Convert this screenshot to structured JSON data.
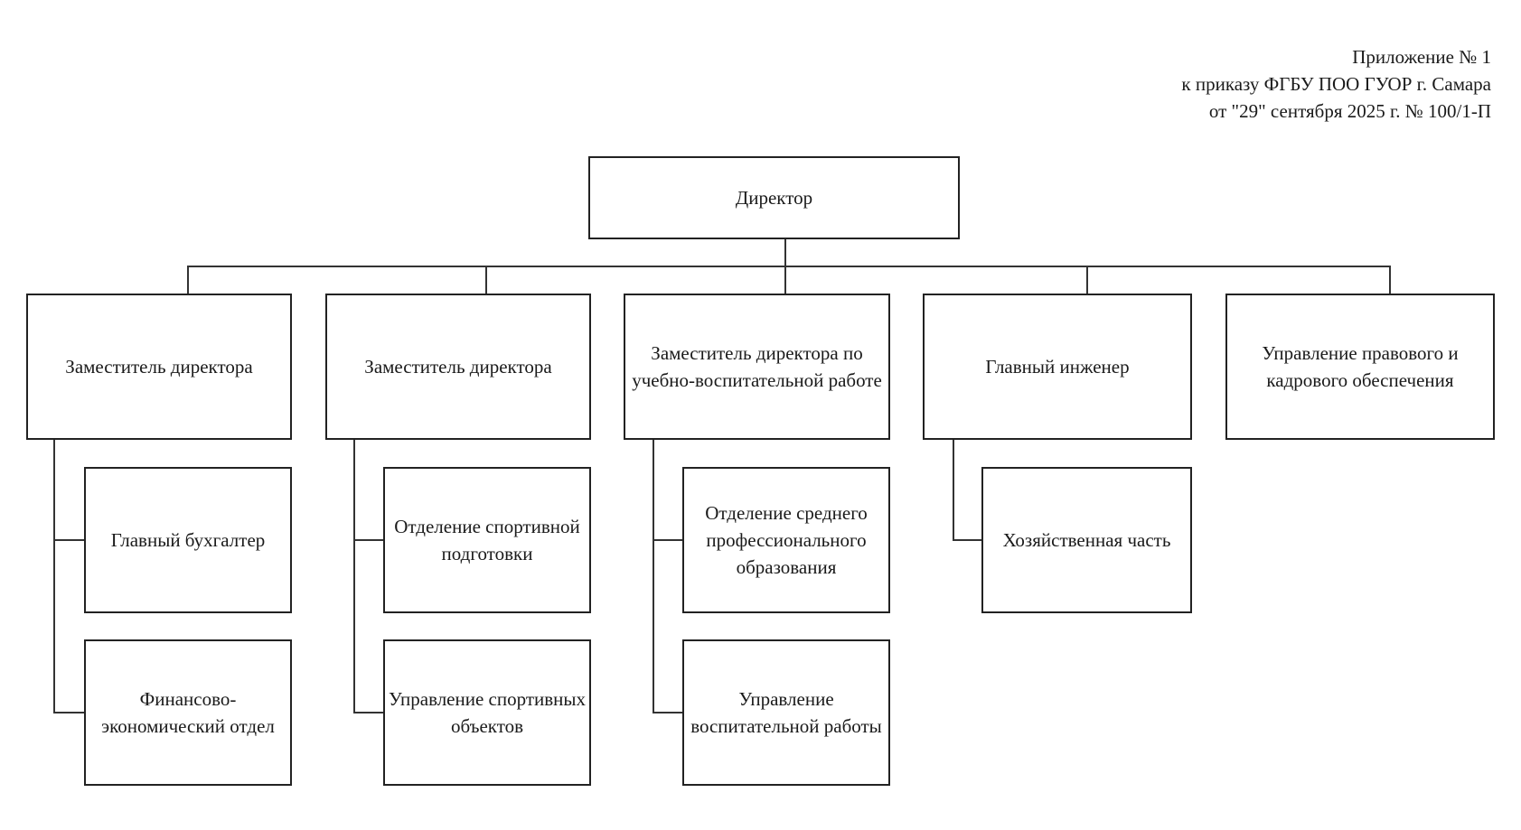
{
  "header": {
    "lines": [
      "Приложение № 1",
      "к приказу ФГБУ ПОО ГУОР г. Самара",
      "от \"29\" сентября 2025 г. № 100/1-П"
    ]
  },
  "director": {
    "label": "Директор"
  },
  "units": [
    {
      "label": "Заместитель директора",
      "children": [
        {
          "label": "Главный бухгалтер"
        },
        {
          "label": "Финансово-экономический отдел"
        }
      ]
    },
    {
      "label": "Заместитель директора",
      "children": [
        {
          "label": "Отделение спортивной подготовки"
        },
        {
          "label": "Управление спортивных объектов"
        }
      ]
    },
    {
      "label": "Заместитель директора по учебно-воспитательной работе",
      "children": [
        {
          "label": "Отделение среднего профессионального образования"
        },
        {
          "label": "Управление воспитательной работы"
        }
      ]
    },
    {
      "label": "Главный инженер",
      "children": [
        {
          "label": "Хозяйственная часть"
        }
      ]
    },
    {
      "label": "Управление правового и кадрового обеспечения",
      "children": []
    }
  ]
}
